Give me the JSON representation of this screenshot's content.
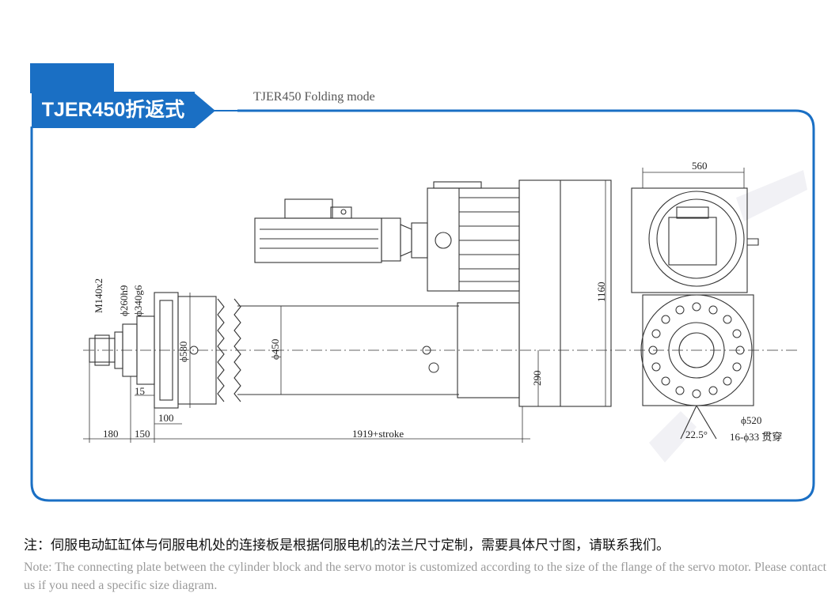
{
  "header": {
    "title": "TJER450折返式",
    "subtitle": "TJER450 Folding mode"
  },
  "dimensions": {
    "thread": "M140x2",
    "d260": "ϕ260h9",
    "d340": "ϕ340g6",
    "d580": "ϕ580",
    "d450": "ϕ450",
    "h1160": "1160",
    "w560": "560",
    "h290": "290",
    "l15": "15",
    "l100": "100",
    "l180": "180",
    "l150": "150",
    "stroke": "1919+stroke",
    "d520": "ϕ520",
    "angle": "22.5°",
    "holes": "16-ϕ33 贯穿"
  },
  "notes": {
    "cn": "注：伺服电动缸缸体与伺服电机处的连接板是根据伺服电机的法兰尺寸定制，需要具体尺寸图，请联系我们。",
    "en": "Note: The connecting plate between the cylinder block and the servo motor is customized according to the size of the flange of the servo motor. Please contact us if you need a specific size diagram."
  },
  "colors": {
    "accent": "#1a6fc4",
    "line": "#333333"
  }
}
